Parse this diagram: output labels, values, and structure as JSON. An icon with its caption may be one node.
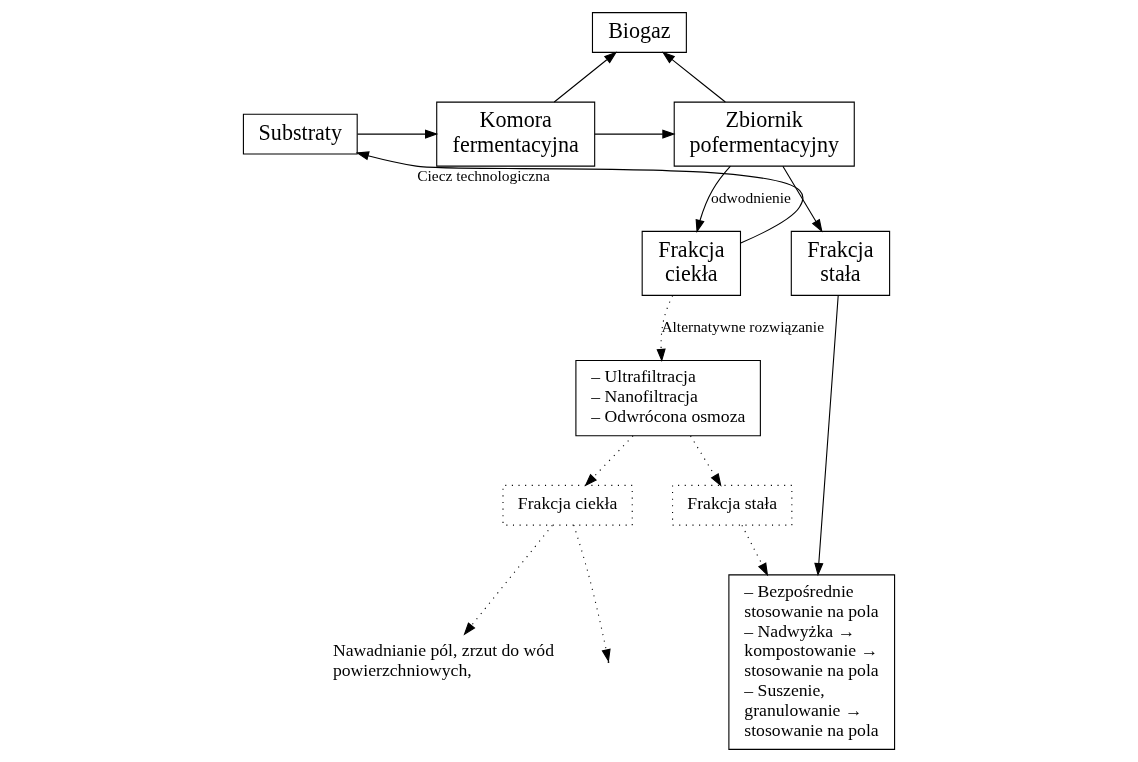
{
  "diagram": {
    "nodes": [
      {
        "text": [
          "Biogaz"
        ]
      },
      {
        "text": [
          "Substraty"
        ]
      },
      {
        "text": [
          "Komora fermentacyjna"
        ]
      },
      {
        "text": [
          "Zbiornik pofermentacyjny"
        ]
      },
      {
        "text": [
          "Frakcja ciekła"
        ]
      },
      {
        "text": [
          "Frakcja stała"
        ]
      },
      {
        "text": [
          "– Ultrafiltracja",
          "– Nanofiltracja",
          "– Odwrócona osmoza"
        ]
      },
      {
        "text": [
          "Frakcja ciekła"
        ]
      },
      {
        "text": [
          "Frakcja stała"
        ]
      },
      {
        "text": [
          "– Bezpośrednie stosowanie na pola",
          "– Nadwyżka → kompostowanie → stosowanie na pola",
          "– Suszenie, granulowanie → stosowanie na pola"
        ]
      },
      {
        "text": [
          "Nawadnianie pól, zrzut do wód powierzchniowych,"
        ]
      }
    ],
    "edges": [
      {
        "from": 1,
        "to": 2,
        "arrow": "to"
      },
      {
        "from": 2,
        "to": 0,
        "arrow": "to"
      },
      {
        "from": 3,
        "to": 0,
        "arrow": "to"
      },
      {
        "from": 2,
        "to": 3,
        "arrow": "to"
      },
      {
        "from": 3,
        "to": 4,
        "arrow": "to",
        "label": "odwodnienie"
      },
      {
        "from": 3,
        "to": 5,
        "arrow": "to"
      },
      {
        "from": 4,
        "to": 1,
        "arrow": "to",
        "label": "Ciecz technologiczna"
      },
      {
        "from": 4,
        "to": 6,
        "arrow": "to",
        "style": "dashed",
        "label": "Alternatywne rozwiązanie"
      },
      {
        "from": 5,
        "to": 9,
        "arrow": "to"
      },
      {
        "from": 6,
        "to": 7,
        "arrow": "to",
        "style": "dashed"
      },
      {
        "from": 6,
        "to": 8,
        "arrow": "to",
        "style": "dashed"
      },
      {
        "from": 7,
        "to": 10,
        "arrow": "to",
        "style": "dashed"
      },
      {
        "from": 7,
        "to": null,
        "arrow": "to",
        "style": "dashed"
      },
      {
        "from": 8,
        "to": 9,
        "arrow": "to",
        "style": "dashed"
      }
    ]
  }
}
